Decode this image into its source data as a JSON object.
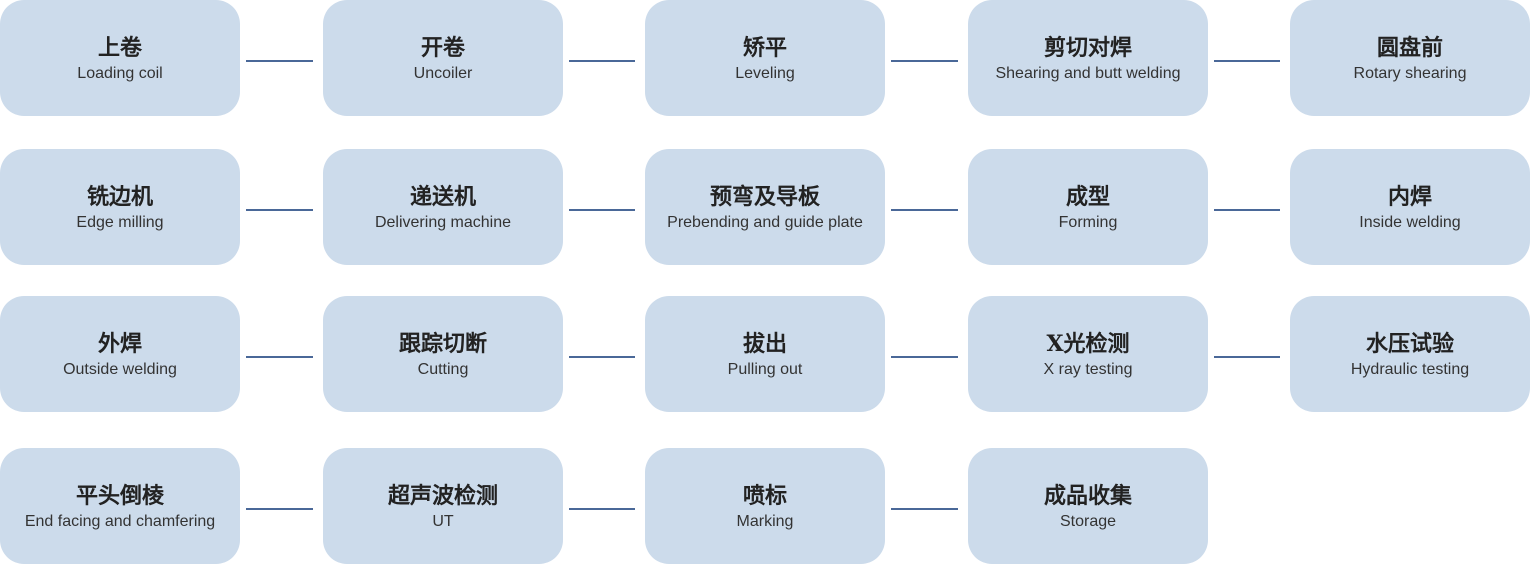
{
  "diagram": {
    "rows": [
      [
        {
          "zh": "上卷",
          "en": "Loading coil"
        },
        {
          "zh": "开卷",
          "en": "Uncoiler"
        },
        {
          "zh": "矫平",
          "en": "Leveling"
        },
        {
          "zh": "剪切对焊",
          "en": "Shearing and butt welding"
        },
        {
          "zh": "圆盘前",
          "en": "Rotary shearing"
        }
      ],
      [
        {
          "zh": "铣边机",
          "en": "Edge milling"
        },
        {
          "zh": "递送机",
          "en": "Delivering machine"
        },
        {
          "zh": "预弯及导板",
          "en": "Prebending and guide plate"
        },
        {
          "zh": "成型",
          "en": "Forming"
        },
        {
          "zh": "内焊",
          "en": "Inside welding"
        }
      ],
      [
        {
          "zh": "外焊",
          "en": "Outside welding"
        },
        {
          "zh": "跟踪切断",
          "en": "Cutting"
        },
        {
          "zh": "拔出",
          "en": "Pulling out"
        },
        {
          "zh": "X光检测",
          "en": "X ray testing"
        },
        {
          "zh": "水压试验",
          "en": "Hydraulic testing"
        }
      ],
      [
        {
          "zh": "平头倒棱",
          "en": "End facing and chamfering"
        },
        {
          "zh": "超声波检测",
          "en": "UT"
        },
        {
          "zh": "喷标",
          "en": "Marking"
        },
        {
          "zh": "成品收集",
          "en": "Storage"
        }
      ]
    ],
    "colors": {
      "box_fill": "#ccdbeb",
      "connector": "#4a6898",
      "text": "#222222"
    }
  }
}
